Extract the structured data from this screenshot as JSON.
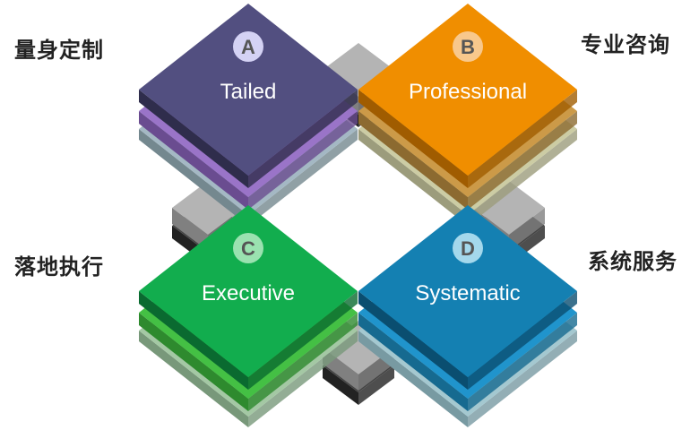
{
  "corner_labels": {
    "top_left": "量身定制",
    "top_right": "专业咨询",
    "bottom_left": "落地执行",
    "bottom_right": "系统服务"
  },
  "blocks": [
    {
      "letter": "A",
      "label": "Tailed",
      "colors": {
        "top": "#524f80",
        "side": "#2f2d4c",
        "l2": "#9a74c8",
        "l2s": "#6a4c90",
        "l3": "#a4b8c4",
        "l3s": "#74888f",
        "badge": "#d4d2f4"
      }
    },
    {
      "letter": "B",
      "label": "Professional",
      "colors": {
        "top": "#f08e00",
        "side": "#a05c00",
        "l2": "#cc9a48",
        "l2s": "#8c6a30",
        "l3": "#cccca4",
        "l3s": "#9c9c7c",
        "badge": "#f8c88c"
      }
    },
    {
      "letter": "C",
      "label": "Executive",
      "colors": {
        "top": "#12ad4e",
        "side": "#0a6a30",
        "l2": "#44c044",
        "l2s": "#2e8a2e",
        "l3": "#a4c8a4",
        "l3s": "#78987a",
        "badge": "#9ae2b0"
      }
    },
    {
      "letter": "D",
      "label": "Systematic",
      "colors": {
        "top": "#1480b2",
        "side": "#0a4e70",
        "l2": "#2094cc",
        "l2s": "#166a90",
        "l3": "#a4c8d0",
        "l3s": "#789aa2",
        "badge": "#a4d8ec"
      }
    }
  ]
}
